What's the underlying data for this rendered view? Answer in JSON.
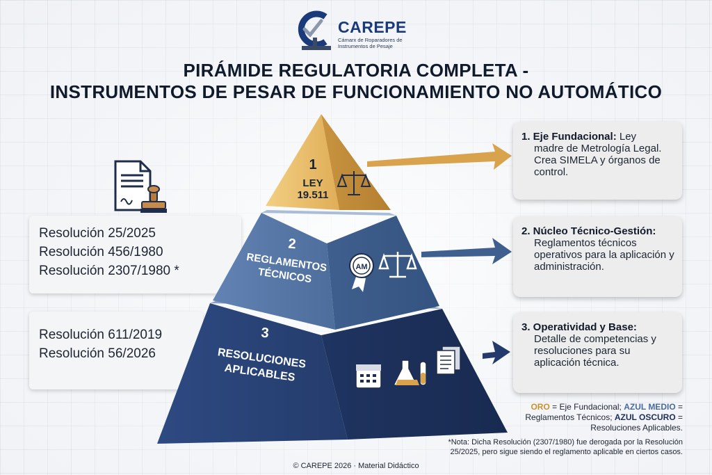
{
  "brand": {
    "name": "CAREPE",
    "subtitle": "Cámarx de Roparadores de Instrumentos de Pesaje"
  },
  "title": {
    "line1": "PIRÁMIDE REGULATORIA COMPLETA -",
    "line2": "INSTRUMENTOS DE PESAR DE FUNCIONAMIENTO NO AUTOMÁTICO"
  },
  "pyramid": {
    "tiers": [
      {
        "number": "1",
        "name_line1": "LEY",
        "name_line2": "19.511",
        "color": "#e3b562"
      },
      {
        "number": "2",
        "name_line1": "REGLAMENTOS",
        "name_line2": "TÉCNICOS",
        "color": "#4f6f9e"
      },
      {
        "number": "3",
        "name_line1": "RESOLUCIONES",
        "name_line2": "APLICABLES",
        "color": "#243a6b"
      }
    ],
    "badge_text": "AM"
  },
  "left_panels": {
    "tier2": [
      "Resolución 25/2025",
      "Resolución 456/1980",
      "Resolución 2307/1980 *"
    ],
    "tier3": [
      "Resolución 611/2019",
      "Resolución 56/2026"
    ]
  },
  "callouts": [
    {
      "head": "1. Eje Fundacional:",
      "body_first": "Ley",
      "body": "madre de Metrología Legal. Crea SIMELA y órganos de control."
    },
    {
      "head": "2. Núcleo Técnico-Gestión:",
      "body_first": "",
      "body": "Reglamentos técnicos operativos para la aplicación y administración."
    },
    {
      "head": "3. Operatividad y Base:",
      "body_first": "",
      "body": "Detalle de competencias y resoluciones para su aplicación técnica."
    }
  ],
  "legend": {
    "gold_label": "ORO",
    "gold_text": " = Eje Fundacional; ",
    "mid_label": "AZUL MEDIO",
    "mid_text": " = Reglamentos Técnicos; ",
    "dark_label": "AZUL OSCURO",
    "dark_text": " = Resoluciones Aplicables."
  },
  "note": "*Nota: Dicha Resolución (2307/1980) fue derogada por la Resolución 25/2025, pero sigue siendo el reglamento aplicable en ciertos casos.",
  "footer": "© CAREPE 2026 · Material Didáctico",
  "colors": {
    "gold": "#e3b562",
    "mid_blue": "#4f6f9e",
    "dark_blue": "#243a6b",
    "arrow_gold": "#d9a24c",
    "arrow_blue": "#3f5f8f"
  }
}
